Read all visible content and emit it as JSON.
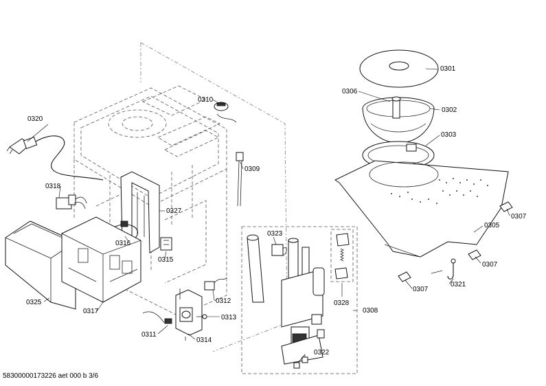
{
  "labels": {
    "p0301": "0301",
    "p0302": "0302",
    "p0303": "0303",
    "p0305": "0305",
    "p0306": "0306",
    "p0307a": "0307",
    "p0307b": "0307",
    "p0307c": "0307",
    "p0308": "0308",
    "p0309": "0309",
    "p0310": "0310",
    "p0311": "0311",
    "p0312": "0312",
    "p0313": "0313",
    "p0314": "0314",
    "p0315": "0315",
    "p0316": "0316",
    "p0317": "0317",
    "p0318": "0318",
    "p0320": "0320",
    "p0321": "0321",
    "p0322": "0322",
    "p0323": "0323",
    "p0325": "0325",
    "p0327": "0327",
    "p0328": "0328"
  },
  "footer": "58300000173226 aet 000 b 3/6"
}
